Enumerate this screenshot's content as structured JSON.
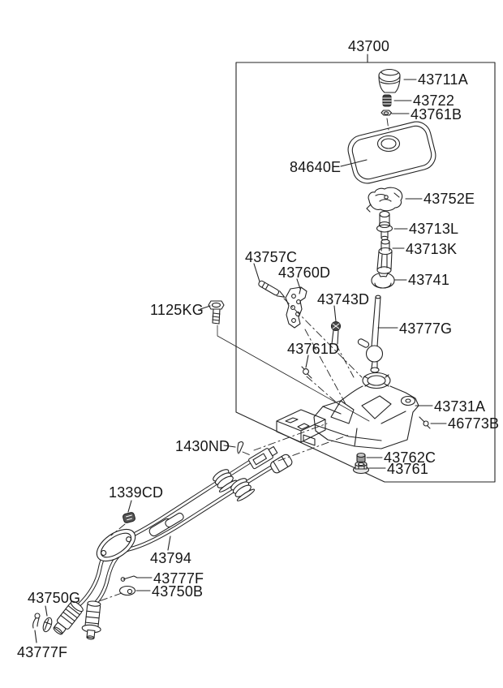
{
  "diagram_title": "Shift lever assembly exploded parts diagram",
  "colors": {
    "line": "#232323",
    "background": "#ffffff",
    "text": "#161616"
  },
  "labels": {
    "assembly": "43700",
    "knob": "43711A",
    "damper_spring": "43722",
    "knob_nut": "43761B",
    "boot_plate": "84640E",
    "lever_cap": "43752E",
    "bushing_upper": "43713L",
    "bushing_lower": "43713K",
    "clip_ring": "43741",
    "shift_lever": "43777G",
    "pin_43757c": "43757C",
    "bracket": "43760D",
    "stud": "43743D",
    "bolt": "1125KG",
    "screw_43761d": "43761D",
    "housing": "43731A",
    "screw_46773b": "46773B",
    "damper": "43762C",
    "nut": "43761",
    "snap_pin": "1430ND",
    "band_clip": "1339CD",
    "cable_assy": "43794",
    "pin_upper": "43777F",
    "washer": "43750B",
    "clip_43750g": "43750G",
    "pin_lower": "43777F"
  }
}
